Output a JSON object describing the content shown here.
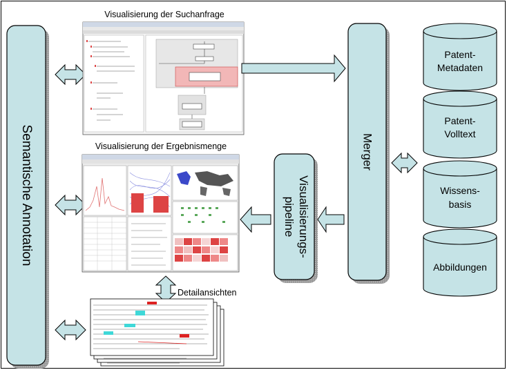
{
  "diagram": {
    "left_panel_label": "Semantische Annotation",
    "query_title": "Visualisierung der Suchanfrage",
    "results_title": "Visualisierung der Ergebnismenge",
    "details_label": "Detailansichten",
    "merger_label": "Merger",
    "pipeline_label_line1": "Visualisierungs-",
    "pipeline_label_line2": "pipeline",
    "databases": [
      {
        "line1": "Patent-",
        "line2": "Metadaten"
      },
      {
        "line1": "Patent-",
        "line2": "Volltext"
      },
      {
        "line1": "Wissens-",
        "line2": "basis"
      },
      {
        "line1": "Abbildungen",
        "line2": ""
      }
    ],
    "colors": {
      "box_fill": "#c5e3e6",
      "box_shadow": "#808080",
      "arrow_fill": "#c5e3e6",
      "stroke": "#000000",
      "highlight_red": "#e05a5a",
      "highlight_cyan": "#3fd8d8",
      "highlight_blue": "#3b49c9"
    }
  }
}
